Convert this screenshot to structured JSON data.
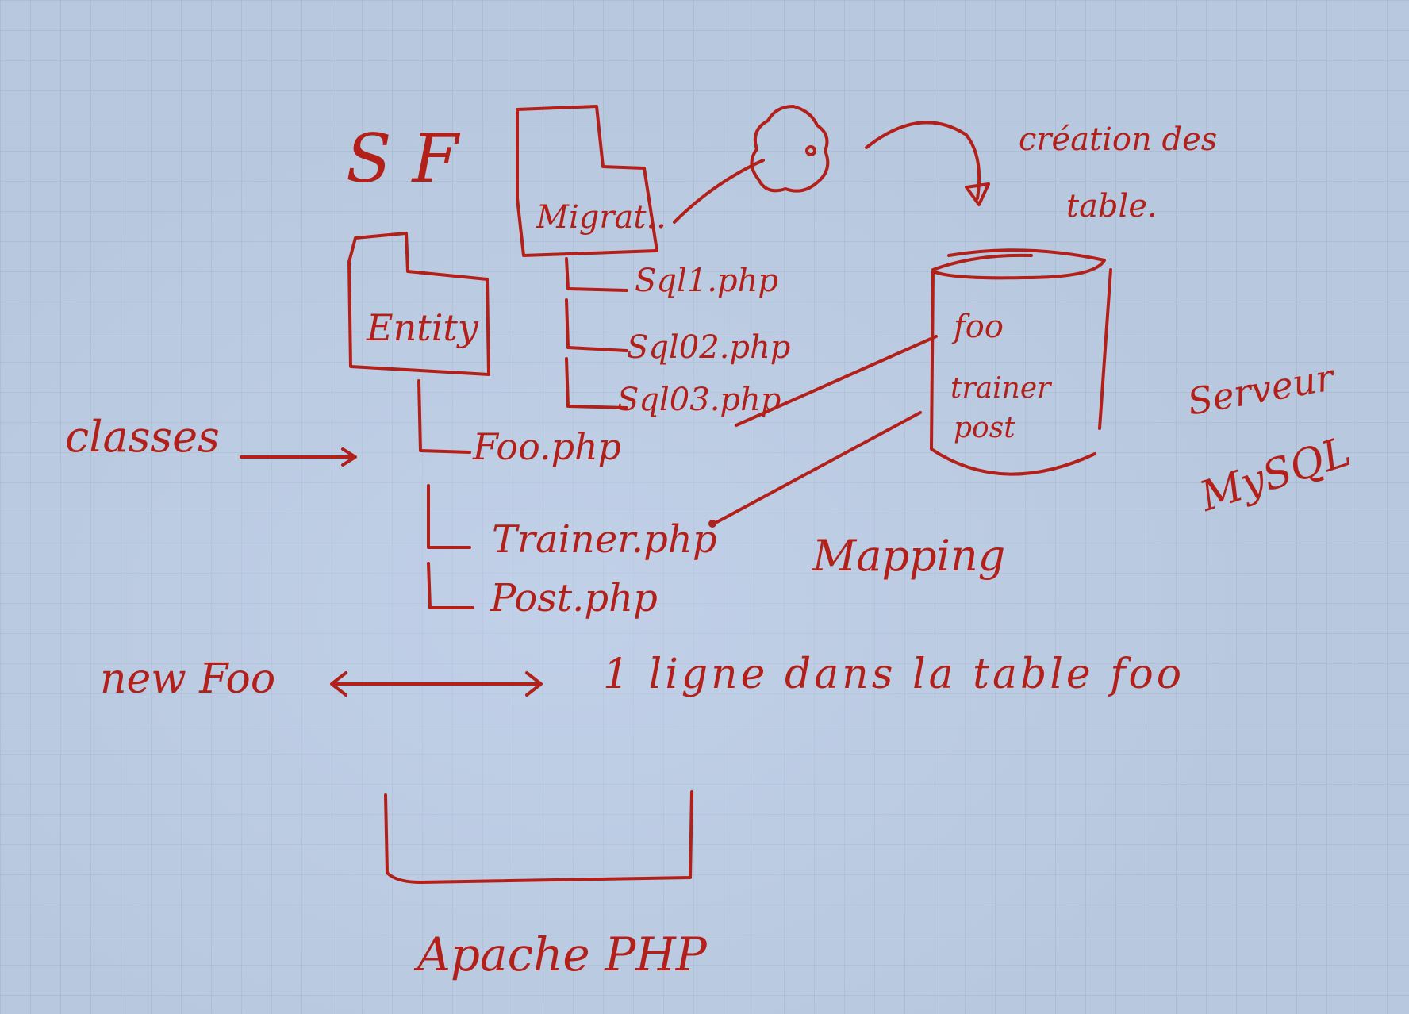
{
  "colors": {
    "ink": "#b3201a",
    "board": "#b8c8de"
  },
  "labels": {
    "sf": "SF",
    "migrations_folder": "Migrat..",
    "entity_folder": "Entity",
    "sql1": "Sql1.php",
    "sql2": "Sql02.php",
    "sql3": "Sql03.php",
    "creation": "création des",
    "table": "table.",
    "db_foo": "foo",
    "db_trainer": "trainer",
    "db_post": "post",
    "classes": "classes",
    "foo_php": "Foo.php",
    "trainer_php": "Trainer.php",
    "post_php": "Post.php",
    "mapping": "Mapping",
    "server_line1": "Serveur",
    "server_line2": "MySQL",
    "new_foo": "new Foo",
    "one_row": "1 ligne dans la table foo",
    "apache": "Apache PHP"
  },
  "icons": {
    "command": "gear-icon"
  }
}
